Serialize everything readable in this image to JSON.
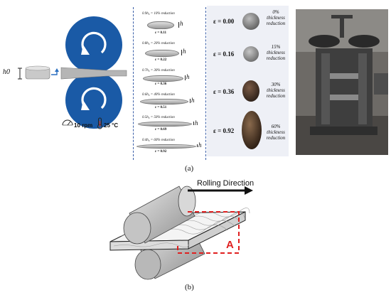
{
  "panel_a": {
    "caption": "(a)",
    "schematic": {
      "h0_label": "h0",
      "speed": "10 rpm",
      "temperature": "25 °C",
      "speed_icon": "speedometer-icon",
      "temperature_icon": "thermometer-icon"
    },
    "steps": [
      {
        "label": "0.9h₀ = 10% reduction",
        "strain": "ε = 0.11"
      },
      {
        "label": "0.8h₀ = 20% reduction",
        "strain": "ε = 0.22"
      },
      {
        "label": "0.7h₀ = 30% reduction",
        "strain": "ε = 0.36"
      },
      {
        "label": "0.6h₀ = 40% reduction",
        "strain": "ε = 0.51"
      },
      {
        "label": "0.5h₀ = 50% reduction",
        "strain": "ε = 0.69"
      },
      {
        "label": "0.4h₀ = 60% reduction",
        "strain": "ε = 0.92"
      }
    ],
    "h_symbol": "h",
    "samples": [
      {
        "strain": "ε = 0.00",
        "percent": "0%",
        "line1": "thickness",
        "line2": "reduction"
      },
      {
        "strain": "ε = 0.16",
        "percent": "15%",
        "line1": "thickness",
        "line2": "reduction"
      },
      {
        "strain": "ε = 0.36",
        "percent": "30%",
        "line1": "thickness",
        "line2": "reduction"
      },
      {
        "strain": "ε = 0.92",
        "percent": "60%",
        "line1": "thickness",
        "line2": "reduction"
      }
    ]
  },
  "panel_b": {
    "caption": "(b)",
    "rolling_direction": "Rolling Direction",
    "region_label": "A"
  },
  "colors": {
    "roller_blue": "#1a5aa6",
    "divider_blue": "#3a5fa8",
    "region_red": "#e02020"
  }
}
